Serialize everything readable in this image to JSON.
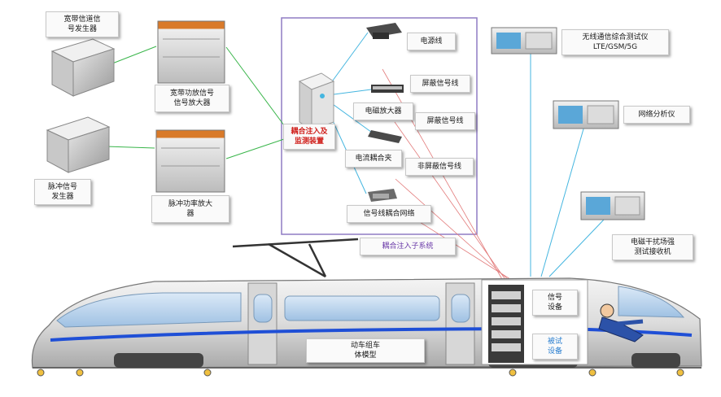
{
  "labels": {
    "gen1": "宽带信道信\n号发生器",
    "amp1": "宽带功放信号\n信号放大器",
    "gen2": "脉冲信号\n发生器",
    "amp2": "脉冲功率放大\n器",
    "injector": "耦合注入及\n监测装置",
    "power_line": "电源线",
    "shield_signal": "屏蔽信号线",
    "power_amp": "电磁放大器",
    "shield_signal2": "屏蔽信号线",
    "coupling_clamp": "电流耦合夹",
    "unshield_signal": "非屏蔽信号线",
    "signal_coupler": "信号线耦合网络",
    "subsystem": "耦合注入子系统",
    "analyzer1": "无线通信综合测试仪\nLTE/GSM/5G",
    "analyzer2": "网络分析仪",
    "analyzer3": "电磁干扰场强\n测试接收机",
    "train_model": "动车组车\n体模型",
    "signal_device": "信号\n设备",
    "test_device": "被试\n设备"
  },
  "colors": {
    "green_link": "#39b54a",
    "cyan_link": "#45b6e0",
    "red_link": "#e27a7a",
    "train_band": "#1f4fd6",
    "highlight_text": "#d0201c",
    "subsystem_text": "#6a3aa8"
  }
}
